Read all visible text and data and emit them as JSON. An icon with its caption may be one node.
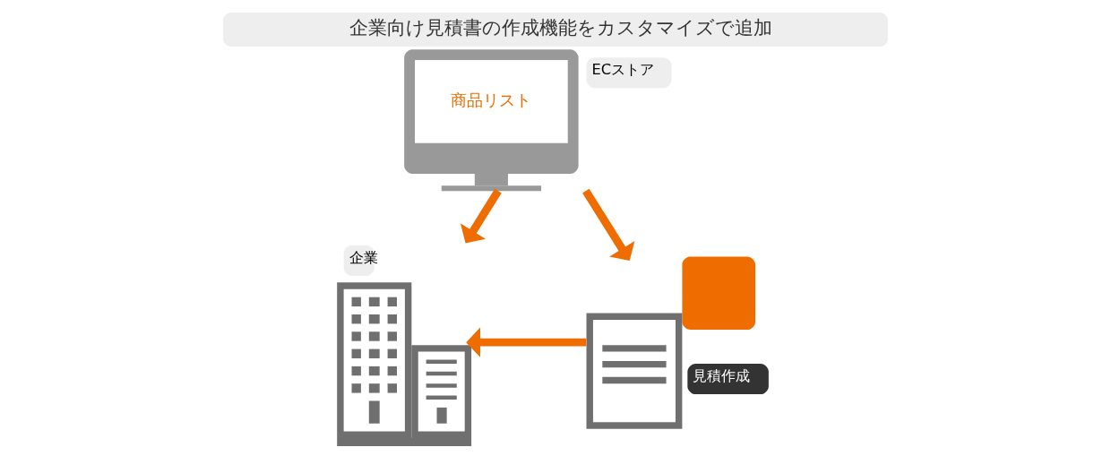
{
  "diagram": {
    "title": "企業向け見積書の作成機能をカスタマイズで追加",
    "nodes": [
      {
        "text": [
          "商品リスト"
        ],
        "beside": [
          "ECストア"
        ]
      },
      {
        "text": [
          "企業"
        ]
      },
      {
        "text": [
          "見積作成"
        ]
      }
    ],
    "edges": [
      {
        "from": 0,
        "to": 1,
        "arrow": "to"
      },
      {
        "from": 0,
        "to": 2,
        "arrow": "to"
      },
      {
        "from": 2,
        "to": 1,
        "arrow": "to"
      }
    ]
  }
}
